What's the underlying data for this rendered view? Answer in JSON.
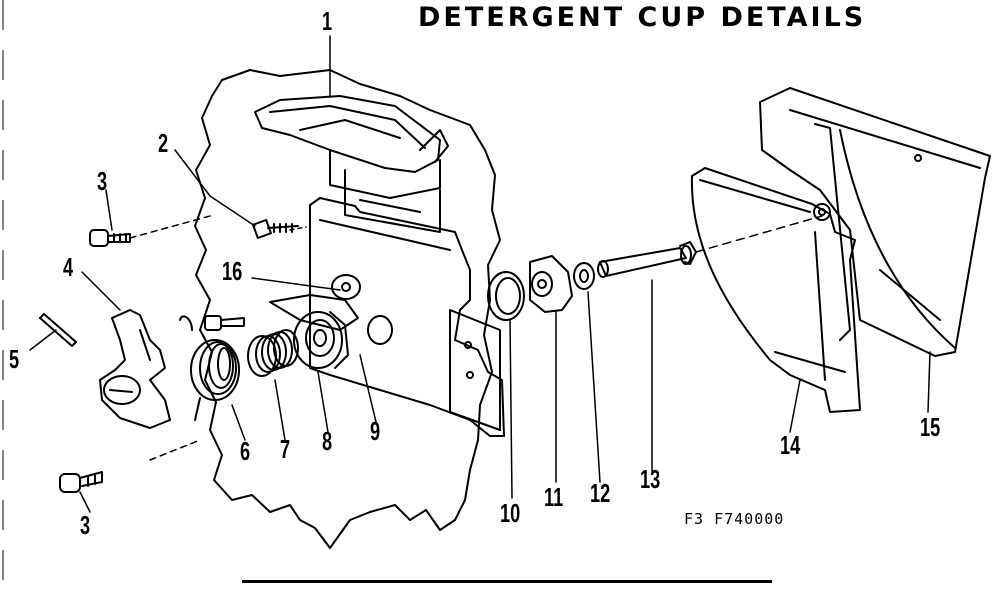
{
  "diagram": {
    "title": "DETERGENT CUP DETAILS",
    "figure_code": "F3  F740000",
    "callouts": [
      {
        "id": "1",
        "label": "1"
      },
      {
        "id": "2",
        "label": "2"
      },
      {
        "id": "3a",
        "label": "3"
      },
      {
        "id": "3b",
        "label": "3"
      },
      {
        "id": "4",
        "label": "4"
      },
      {
        "id": "5",
        "label": "5"
      },
      {
        "id": "6",
        "label": "6"
      },
      {
        "id": "7",
        "label": "7"
      },
      {
        "id": "8",
        "label": "8"
      },
      {
        "id": "9",
        "label": "9"
      },
      {
        "id": "10",
        "label": "10"
      },
      {
        "id": "11",
        "label": "11"
      },
      {
        "id": "12",
        "label": "12"
      },
      {
        "id": "13",
        "label": "13"
      },
      {
        "id": "14",
        "label": "14"
      },
      {
        "id": "15",
        "label": "15"
      },
      {
        "id": "16",
        "label": "16"
      }
    ],
    "colors": {
      "ink": "#000000",
      "paper": "#ffffff"
    }
  }
}
